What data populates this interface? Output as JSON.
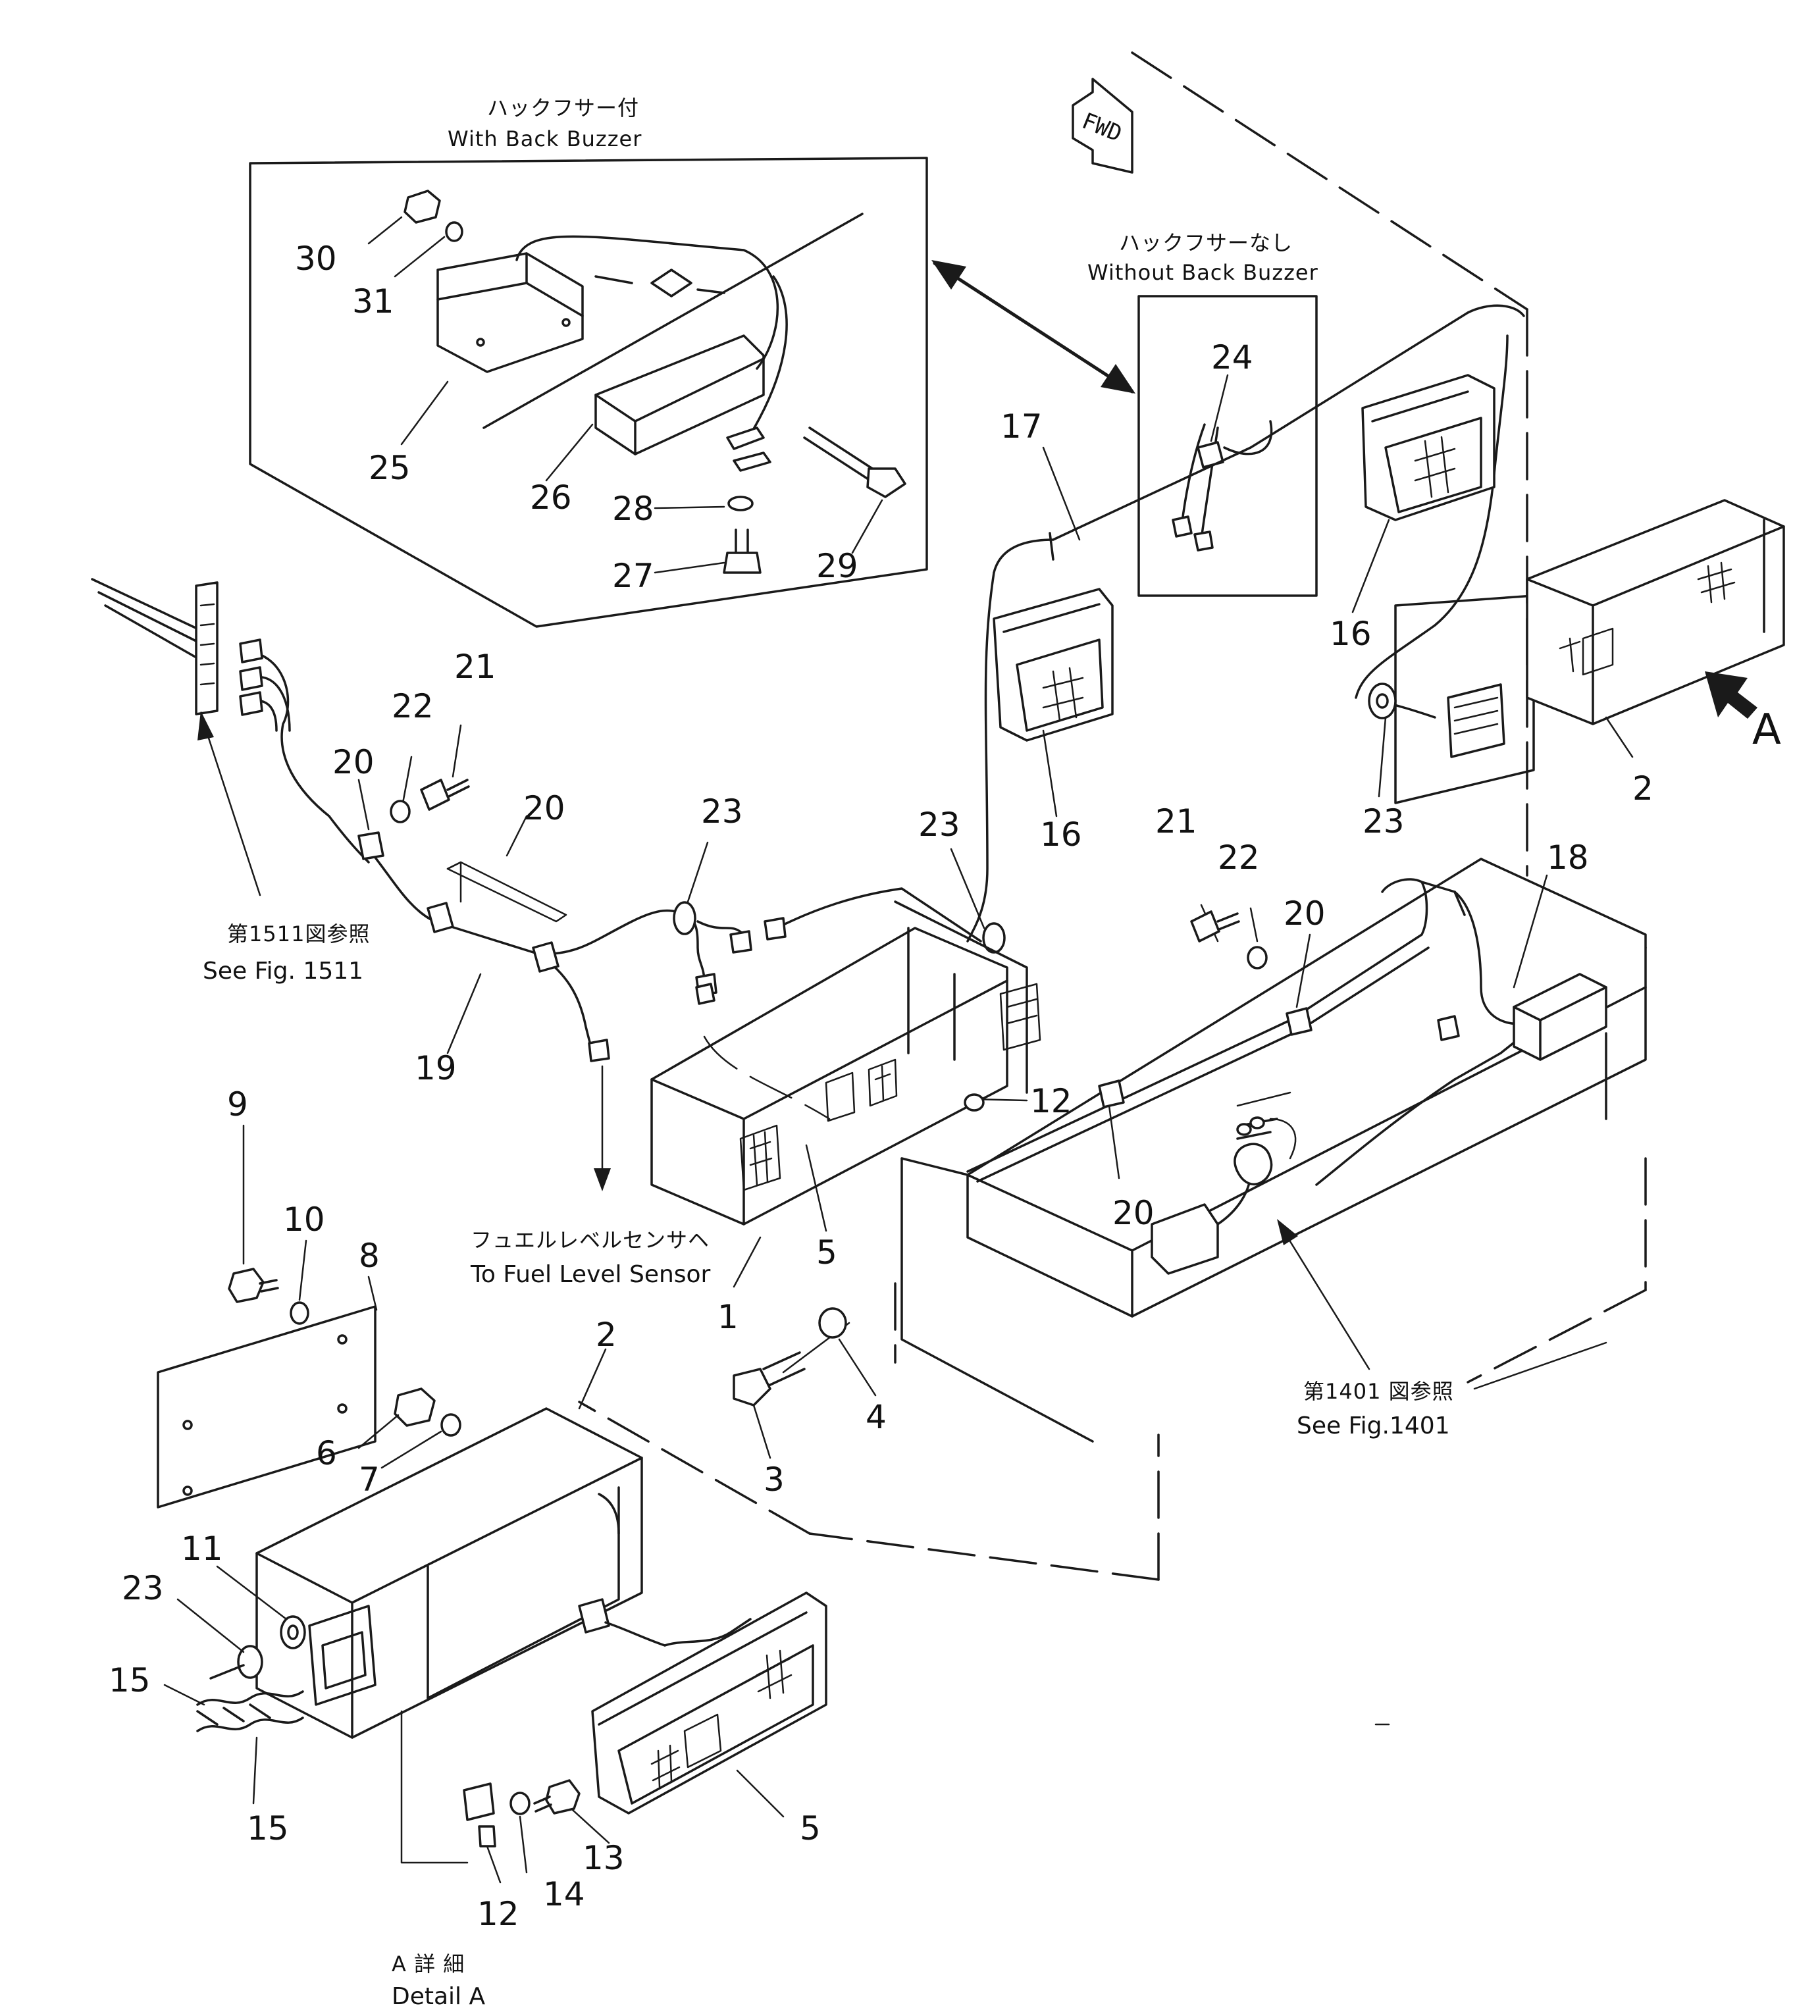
{
  "insets": {
    "with_buzzer": {
      "title_jp": "ハックフサー付",
      "title_en": "With Back Buzzer"
    },
    "without_buzzer": {
      "title_jp": "ハックフサーなし",
      "title_en": "Without Back Buzzer"
    }
  },
  "direction": {
    "fwd_label": "FWD",
    "view_label": "A"
  },
  "references": {
    "fig1511_jp": "第1511図参照",
    "fig1511_en": "See Fig. 1511",
    "fuel_jp": "フュエルレベルセンサヘ",
    "fuel_en": "To Fuel Level Sensor",
    "fig1401_jp": "第1401 図参照",
    "fig1401_en": "See Fig.1401"
  },
  "detail": {
    "title_jp": "A 詳 細",
    "title_en": "Detail A"
  },
  "callouts": {
    "c1": "1",
    "c2a": "2",
    "c2b": "2",
    "c3": "3",
    "c4": "4",
    "c5a": "5",
    "c5b": "5",
    "c6": "6",
    "c7": "7",
    "c8": "8",
    "c9": "9",
    "c10": "10",
    "c11": "11",
    "c12a": "12",
    "c12b": "12",
    "c13": "13",
    "c14": "14",
    "c15a": "15",
    "c15b": "15",
    "c16a": "16",
    "c16b": "16",
    "c17": "17",
    "c18": "18",
    "c19": "19",
    "c20a": "20",
    "c20b": "20",
    "c20c": "20",
    "c20d": "20",
    "c21a": "21",
    "c21b": "21",
    "c22a": "22",
    "c22b": "22",
    "c23a": "23",
    "c23b": "23",
    "c23c": "23",
    "c23d": "23",
    "c24": "24",
    "c25": "25",
    "c26": "26",
    "c27": "27",
    "c28": "28",
    "c29": "29",
    "c30": "30",
    "c31": "31"
  }
}
